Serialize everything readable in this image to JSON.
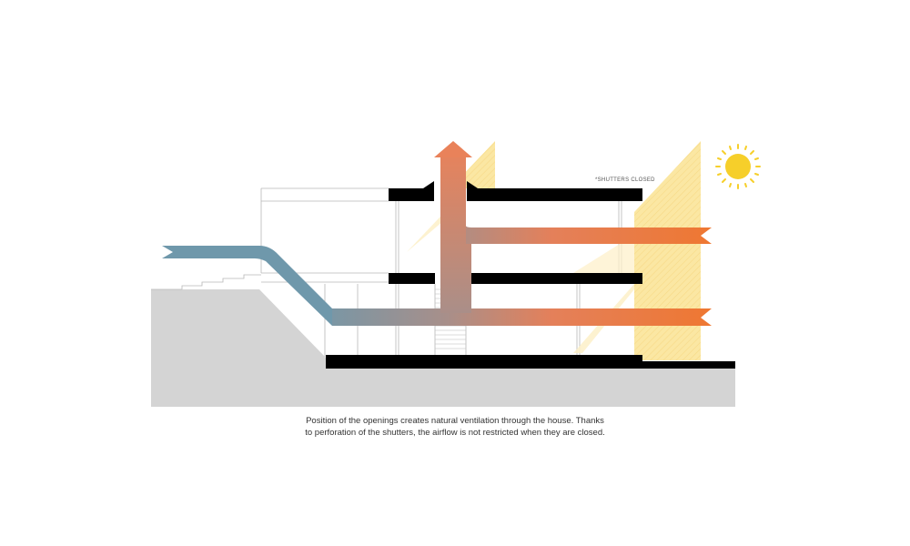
{
  "annotation": {
    "shutters": "*SHUTTERS CLOSED"
  },
  "caption": {
    "line1": "Position of the openings creates natural ventilation through the house. Thanks",
    "line2": "to perforation of the shutters, the airflow is not restricted when they are closed."
  },
  "colors": {
    "ground": "#d4d4d4",
    "slab": "#000000",
    "sunlight": "#fbe7a3",
    "sun": "#f6cf2a",
    "airflow_cool": "#6f98ab",
    "airflow_warm": "#ef7730",
    "outline": "#b4b4b4"
  },
  "icons": [
    "sun-icon",
    "arrow-up-icon"
  ]
}
